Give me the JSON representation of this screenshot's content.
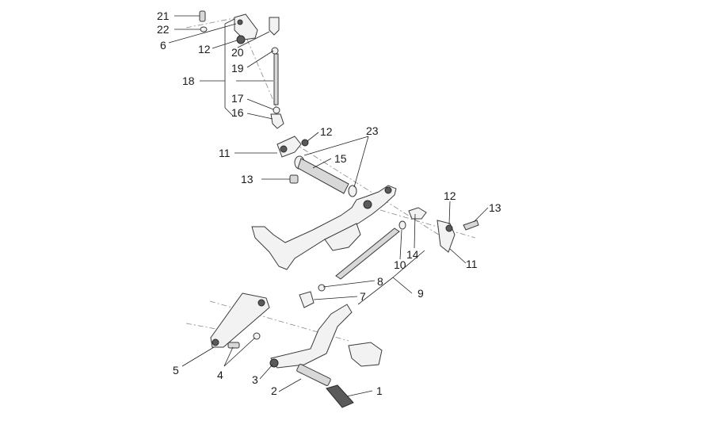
{
  "labels": {
    "l1": "1",
    "l2": "2",
    "l3": "3",
    "l4": "4",
    "l5": "5",
    "l6": "6",
    "l7": "7",
    "l8": "8",
    "l9": "9",
    "l10": "10",
    "l11a": "11",
    "l11b": "11",
    "l12a": "12",
    "l12b": "12",
    "l12c": "12",
    "l13a": "13",
    "l13b": "13",
    "l14": "14",
    "l15": "15",
    "l16": "16",
    "l17": "17",
    "l18": "18",
    "l19": "19",
    "l20": "20",
    "l21": "21",
    "l22": "22",
    "l23": "23"
  }
}
